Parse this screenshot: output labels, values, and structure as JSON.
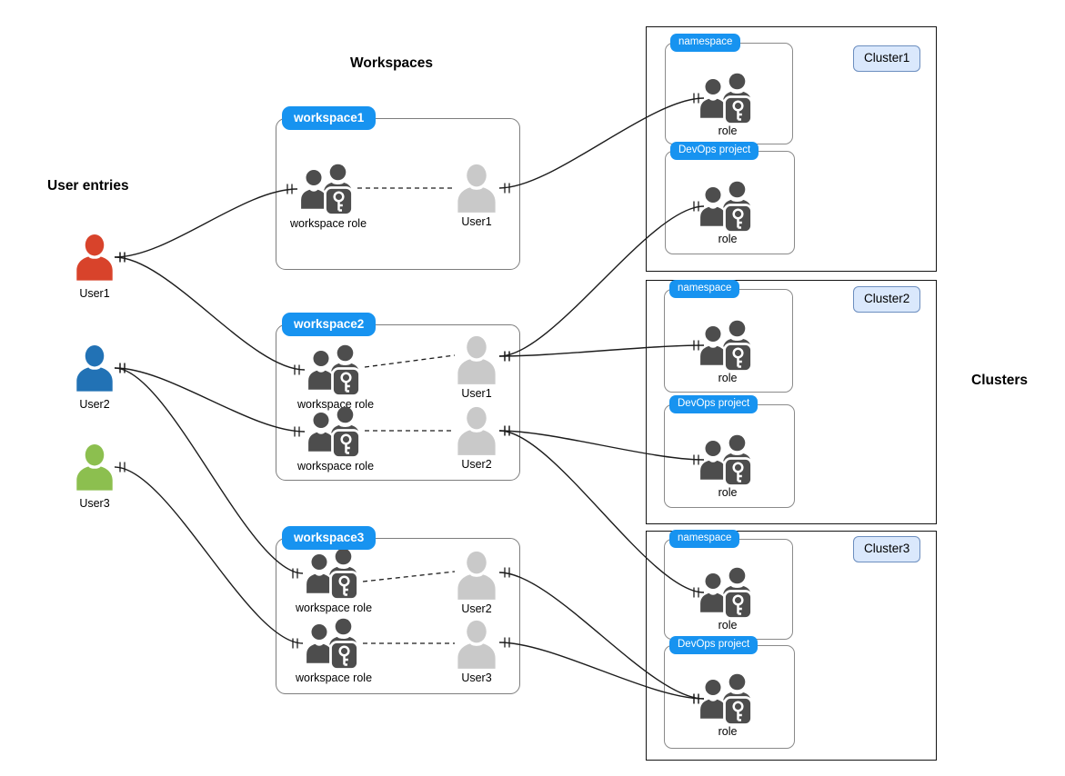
{
  "headings": {
    "user_entries": "User entries",
    "workspaces": "Workspaces",
    "clusters": "Clusters"
  },
  "colors": {
    "user1": "#D8432B",
    "user2": "#2272B5",
    "user3": "#8CBF4F",
    "pill_blue": "#1793F0",
    "role_dark": "#4D4D4D",
    "workspace_user_gray": "#C9C9C9",
    "cluster_tag_bg": "#DAE8FC",
    "cluster_tag_border": "#6C8EBF"
  },
  "user_entries": [
    {
      "name": "User1",
      "color_key": "user1"
    },
    {
      "name": "User2",
      "color_key": "user2"
    },
    {
      "name": "User3",
      "color_key": "user3"
    }
  ],
  "workspaces": [
    {
      "title": "workspace1",
      "rows": [
        {
          "role_label": "workspace role",
          "user_label": "User1"
        }
      ]
    },
    {
      "title": "workspace2",
      "rows": [
        {
          "role_label": "workspace role",
          "user_label": "User1"
        },
        {
          "role_label": "workspace role",
          "user_label": "User2"
        }
      ]
    },
    {
      "title": "workspace3",
      "rows": [
        {
          "role_label": "workspace role",
          "user_label": "User2"
        },
        {
          "role_label": "workspace role",
          "user_label": "User3"
        }
      ]
    }
  ],
  "clusters": [
    {
      "title": "Cluster1",
      "sections": [
        {
          "pill": "namespace",
          "role_label": "role"
        },
        {
          "pill": "DevOps project",
          "role_label": "role"
        }
      ]
    },
    {
      "title": "Cluster2",
      "sections": [
        {
          "pill": "namespace",
          "role_label": "role"
        },
        {
          "pill": "DevOps project",
          "role_label": "role"
        }
      ]
    },
    {
      "title": "Cluster3",
      "sections": [
        {
          "pill": "namespace",
          "role_label": "role"
        },
        {
          "pill": "DevOps project",
          "role_label": "role"
        }
      ]
    }
  ],
  "connections": {
    "solid": [
      {
        "from": "user1",
        "to": "ws1-role1"
      },
      {
        "from": "user1",
        "to": "ws2-role1"
      },
      {
        "from": "user2",
        "to": "ws2-role2"
      },
      {
        "from": "user2",
        "to": "ws3-role1"
      },
      {
        "from": "user3",
        "to": "ws3-role2"
      },
      {
        "from": "ws1-user1",
        "to": "c1-ns-role"
      },
      {
        "from": "ws2-user1",
        "to": "c1-dev-role"
      },
      {
        "from": "ws2-user1",
        "to": "c2-ns-role"
      },
      {
        "from": "ws2-user2",
        "to": "c2-dev-role"
      },
      {
        "from": "ws2-user2",
        "to": "c3-ns-role"
      },
      {
        "from": "ws3-user2",
        "to": "c3-dev-role"
      },
      {
        "from": "ws3-user3",
        "to": "c3-dev-role"
      }
    ],
    "dashed": [
      {
        "from": "ws1-role1",
        "to": "ws1-user1"
      },
      {
        "from": "ws2-role1",
        "to": "ws2-user1"
      },
      {
        "from": "ws2-role2",
        "to": "ws2-user2"
      },
      {
        "from": "ws3-role1",
        "to": "ws3-user2"
      },
      {
        "from": "ws3-role2",
        "to": "ws3-user3"
      }
    ]
  }
}
